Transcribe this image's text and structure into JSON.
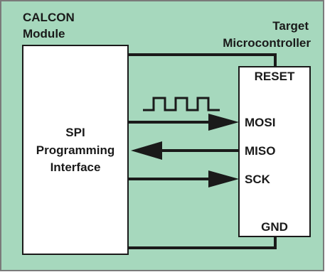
{
  "module": {
    "title_line1": "CALCON",
    "title_line2": "Module",
    "label_line1": "SPI",
    "label_line2": "Programming",
    "label_line3": "Interface"
  },
  "target": {
    "title_line1": "Target",
    "title_line2": "Microcontroller",
    "pins": {
      "reset": "RESET",
      "mosi": "MOSI",
      "miso": "MISO",
      "sck": "SCK",
      "gnd": "GND"
    }
  },
  "colors": {
    "background": "#a6d8bd",
    "border": "#7a7a7a",
    "box_fill": "#ffffff",
    "line": "#1a1a1a"
  }
}
